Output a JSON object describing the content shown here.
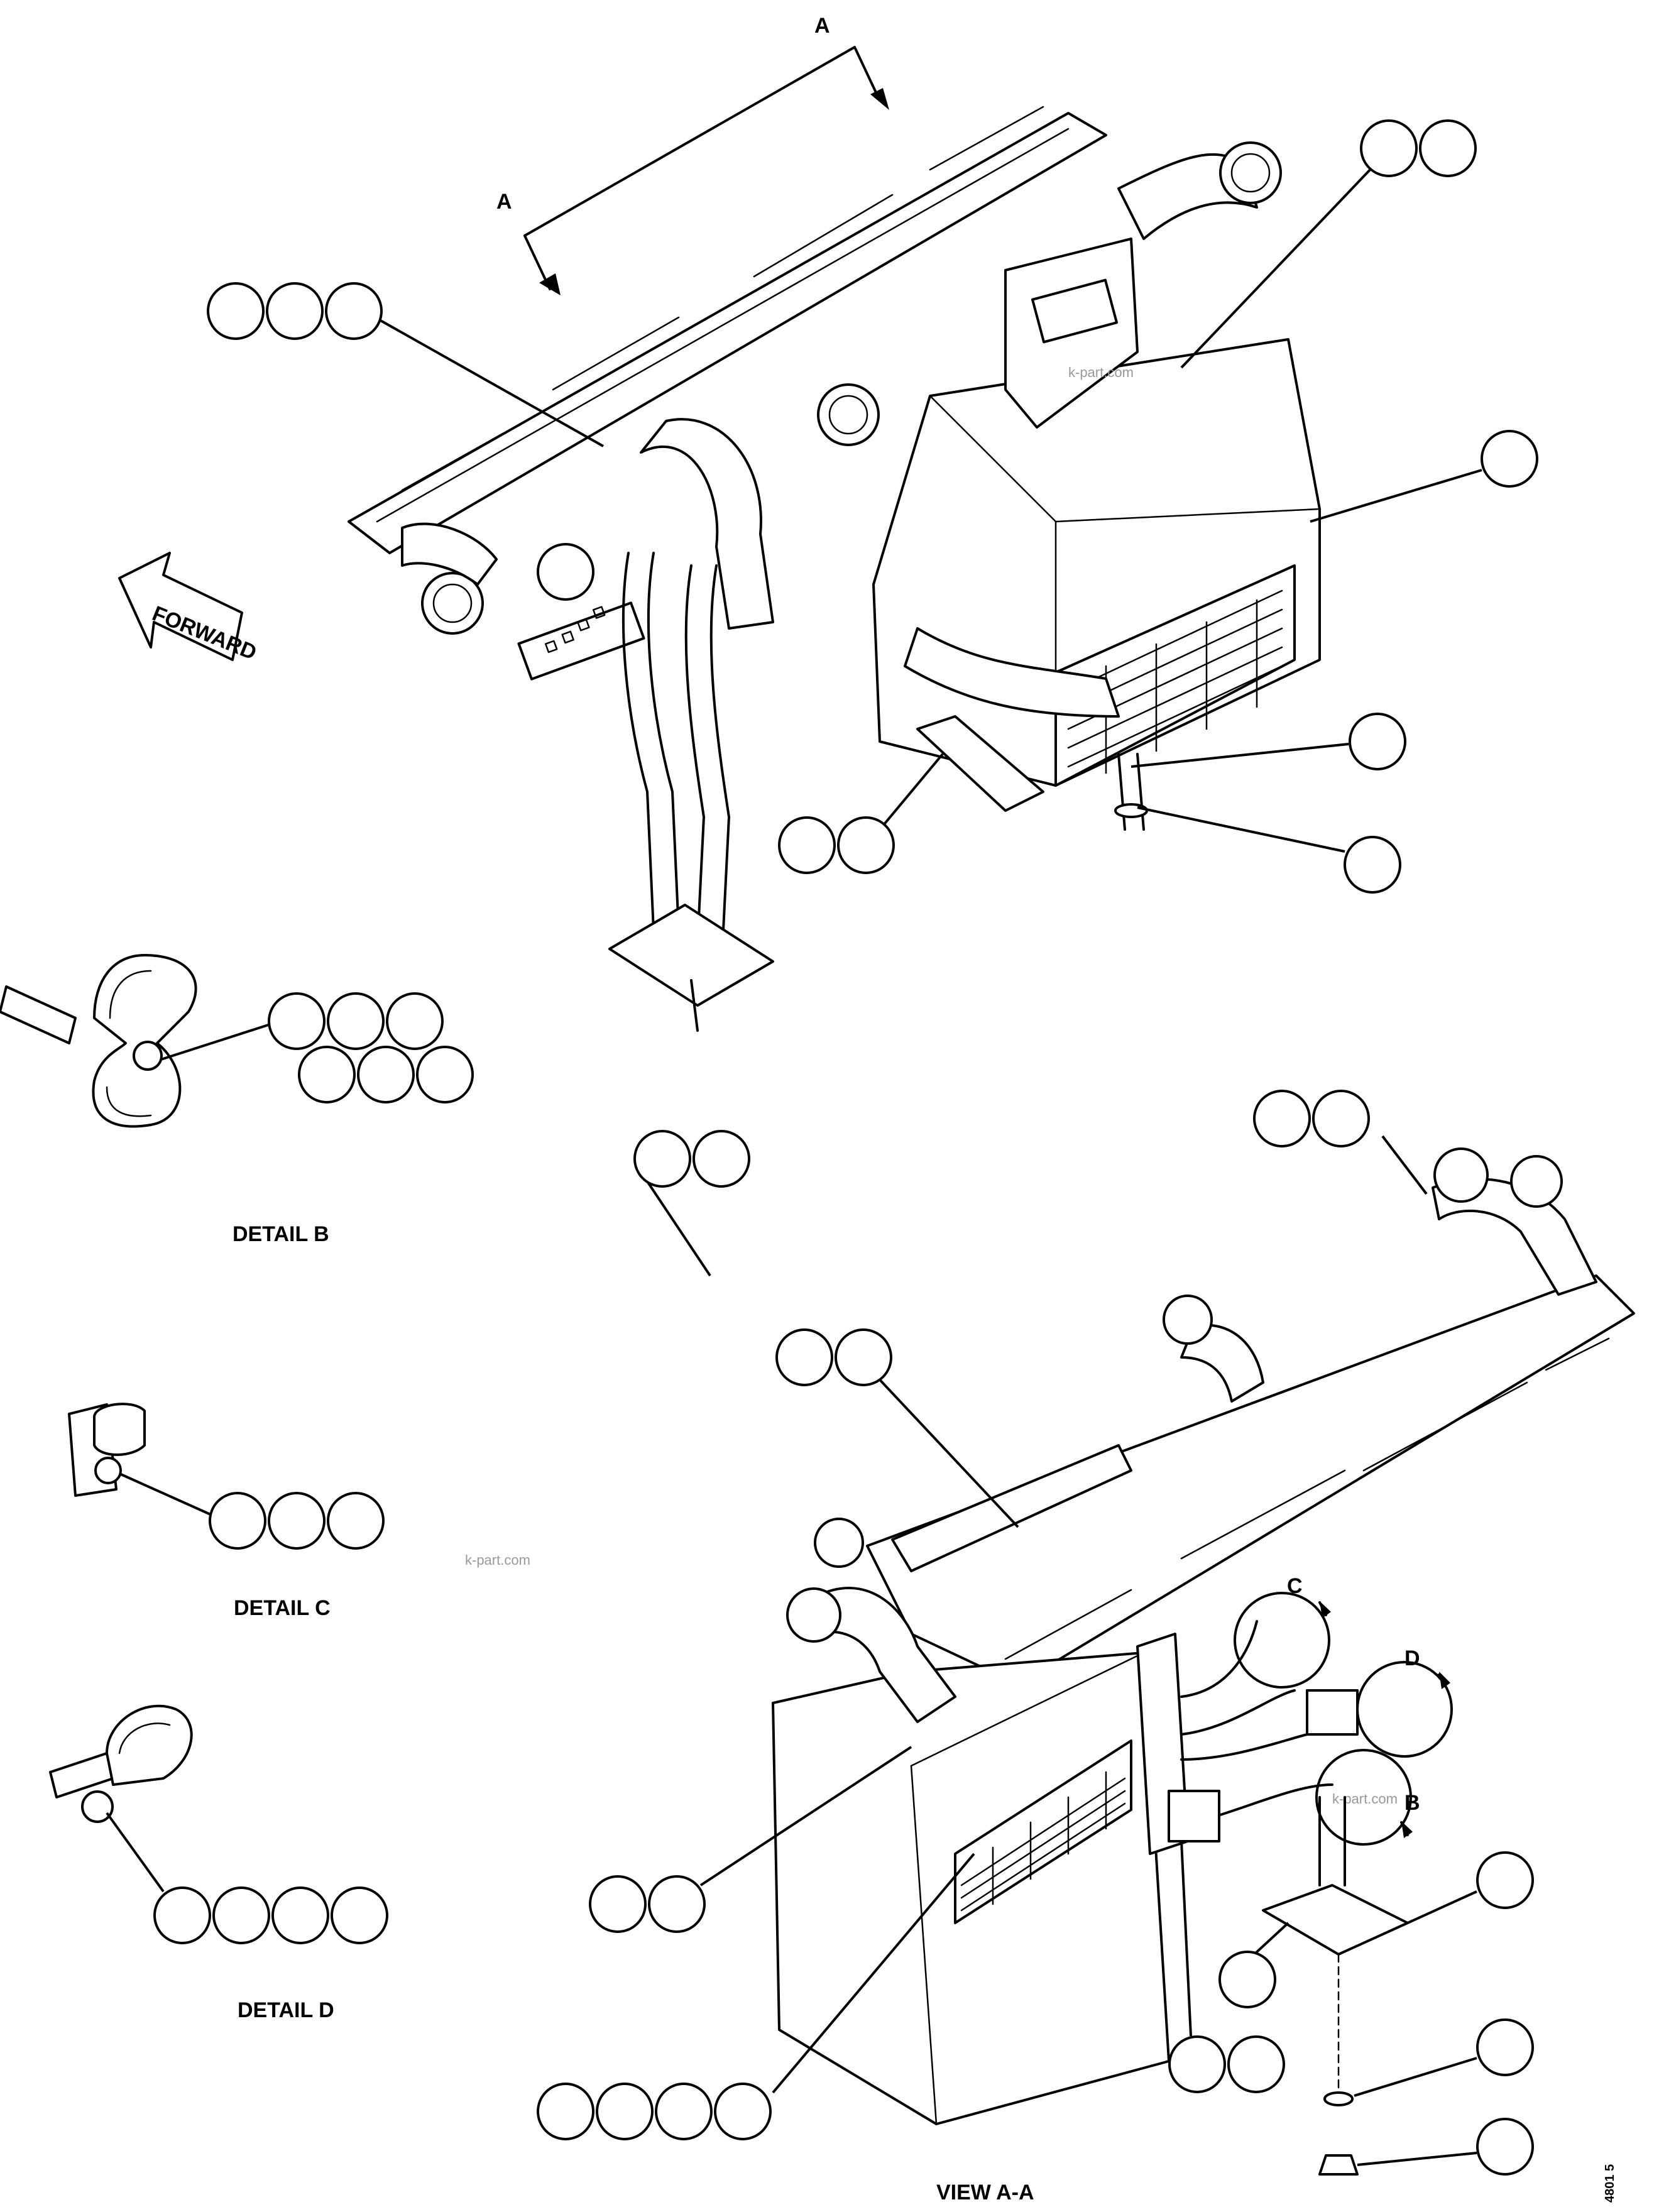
{
  "section_a_label": "A",
  "forward_label": "FORWARD",
  "watermark": "k-part.com",
  "detail_b": "DETAIL B",
  "detail_c": "DETAIL C",
  "detail_d": "DETAIL D",
  "view_aa": "VIEW A-A",
  "detail_ref_b": "B",
  "detail_ref_c": "C",
  "detail_ref_d": "D",
  "figure_number": "4801 5"
}
